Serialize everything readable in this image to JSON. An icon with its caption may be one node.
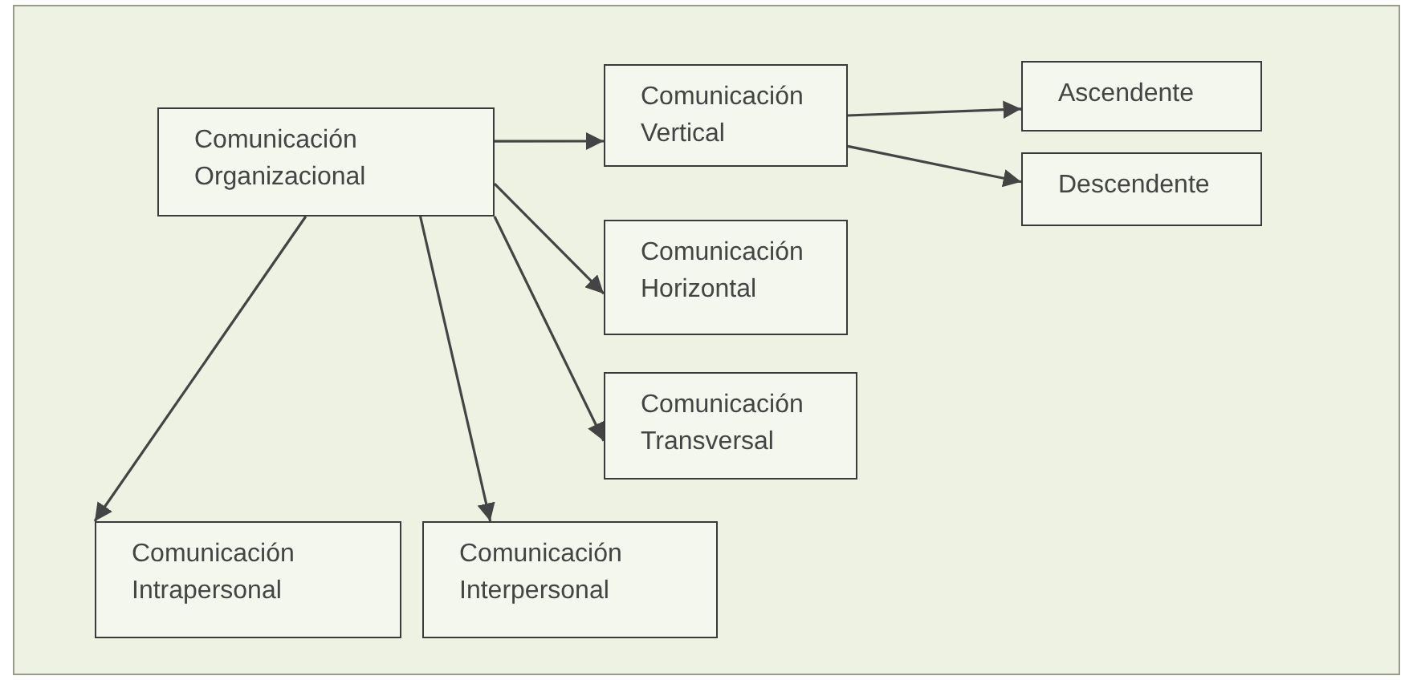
{
  "diagram": {
    "nodes": [
      {
        "text": [
          "Comunicación Organizacional"
        ]
      },
      {
        "text": [
          "Comunicación Vertical"
        ]
      },
      {
        "text": [
          "Ascendente"
        ]
      },
      {
        "text": [
          "Descendente"
        ]
      },
      {
        "text": [
          "Comunicación Horizontal"
        ]
      },
      {
        "text": [
          "Comunicación Transversal"
        ]
      },
      {
        "text": [
          "Comunicación Intrapersonal"
        ]
      },
      {
        "text": [
          "Comunicación Interpersonal"
        ]
      }
    ],
    "edges": [
      {
        "from": 0,
        "to": 1,
        "arrow": "to"
      },
      {
        "from": 1,
        "to": 2,
        "arrow": "to"
      },
      {
        "from": 1,
        "to": 3,
        "arrow": "to"
      },
      {
        "from": 0,
        "to": 4,
        "arrow": "to"
      },
      {
        "from": 0,
        "to": 5,
        "arrow": "to"
      },
      {
        "from": 0,
        "to": 6,
        "arrow": "to"
      },
      {
        "from": 0,
        "to": 7,
        "arrow": "to"
      }
    ]
  }
}
